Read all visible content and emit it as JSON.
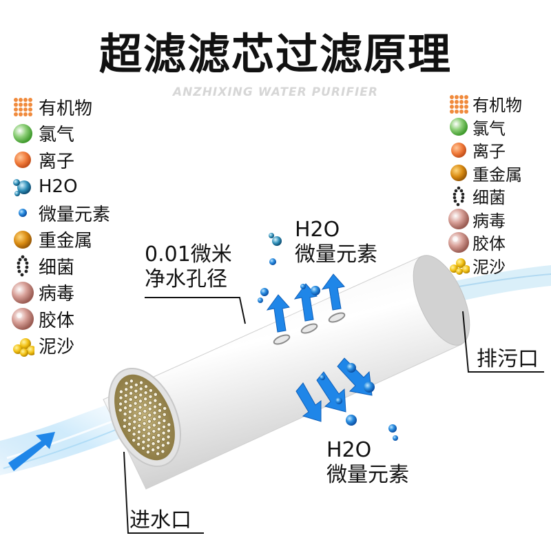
{
  "title": "超滤滤芯过滤原理",
  "brand": {
    "name": "ANZHIXING WATER PURIFIER"
  },
  "left_legend": [
    {
      "label": "有机物",
      "icon": "organic-matter-icon"
    },
    {
      "label": "氯气",
      "icon": "chlorine-icon"
    },
    {
      "label": "离子",
      "icon": "ion-icon"
    },
    {
      "label": "H2O",
      "icon": "water-molecule-icon"
    },
    {
      "label": "微量元素",
      "icon": "trace-element-icon"
    },
    {
      "label": "重金属",
      "icon": "heavy-metal-icon"
    },
    {
      "label": "细菌",
      "icon": "bacteria-icon"
    },
    {
      "label": "病毒",
      "icon": "virus-icon"
    },
    {
      "label": "胶体",
      "icon": "colloid-icon"
    },
    {
      "label": "泥沙",
      "icon": "sediment-icon"
    }
  ],
  "right_legend": [
    {
      "label": "有机物",
      "icon": "organic-matter-icon"
    },
    {
      "label": "氯气",
      "icon": "chlorine-icon"
    },
    {
      "label": "离子",
      "icon": "ion-icon"
    },
    {
      "label": "重金属",
      "icon": "heavy-metal-icon"
    },
    {
      "label": "细菌",
      "icon": "bacteria-icon"
    },
    {
      "label": "病毒",
      "icon": "virus-icon"
    },
    {
      "label": "胶体",
      "icon": "colloid-icon"
    },
    {
      "label": "泥沙",
      "icon": "sediment-icon"
    }
  ],
  "annotations": {
    "pore_line1": "0.01微米",
    "pore_line2": "净水孔径",
    "top_h2o": "H2O",
    "top_trace": "微量元素",
    "bottom_h2o": "H2O",
    "bottom_trace": "微量元素",
    "drain": "排污口",
    "inlet": "进水口"
  },
  "colors": {
    "arrow_blue": "#1f86e8",
    "tube_gray": "#d9d9d9",
    "membrane_tan": "#a7935a"
  }
}
